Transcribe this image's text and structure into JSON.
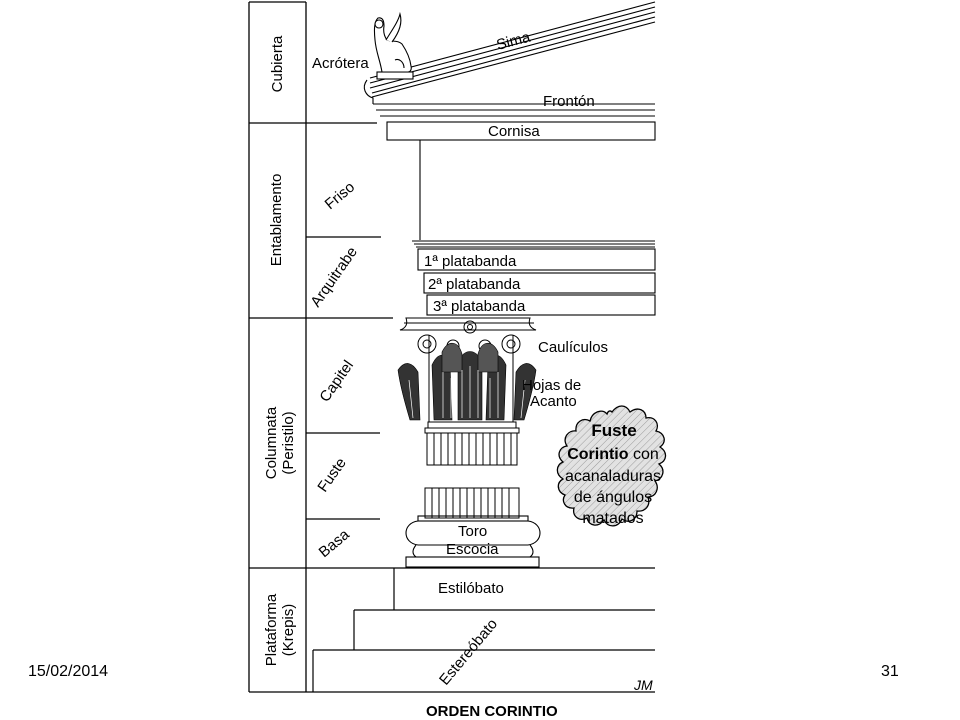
{
  "slide": {
    "date": "15/02/2014",
    "page_number": "31",
    "caption": "ORDEN CORINTIO"
  },
  "sections": {
    "cubierta": "Cubierta",
    "entablamento": "Entablamento",
    "columnata_1": "Columnata",
    "columnata_2": "(Peristilo)",
    "plataforma_1": "Plataforma",
    "plataforma_2": "(Krepis)"
  },
  "subsections": {
    "acrotera": "Acrótera",
    "friso": "Friso",
    "arquitrabe": "Arquitrabe",
    "capitel": "Capitel",
    "fuste": "Fuste",
    "basa": "Basa"
  },
  "parts": {
    "sima": "Sima",
    "fronton": "Frontón",
    "cornisa": "Cornisa",
    "platabanda_1": "1ª platabanda",
    "platabanda_2": "2ª platabanda",
    "platabanda_3": "3ª platabanda",
    "caululos": "Caulículos",
    "hojas_1": "Hojas de",
    "hojas_2": "Acanto",
    "toro": "Toro",
    "escocia": "Escocia",
    "estilobato": "Estilóbato",
    "estereobato": "Estereóbato"
  },
  "callout": {
    "line1": "Fuste",
    "line2a": "Corintio",
    "line2b": " con",
    "line3": "acanaladuras",
    "line4": "de ángulos",
    "line5": "matados"
  },
  "signature": "JM",
  "colors": {
    "callout_fill": "#dcdcdc",
    "line": "#000000"
  }
}
